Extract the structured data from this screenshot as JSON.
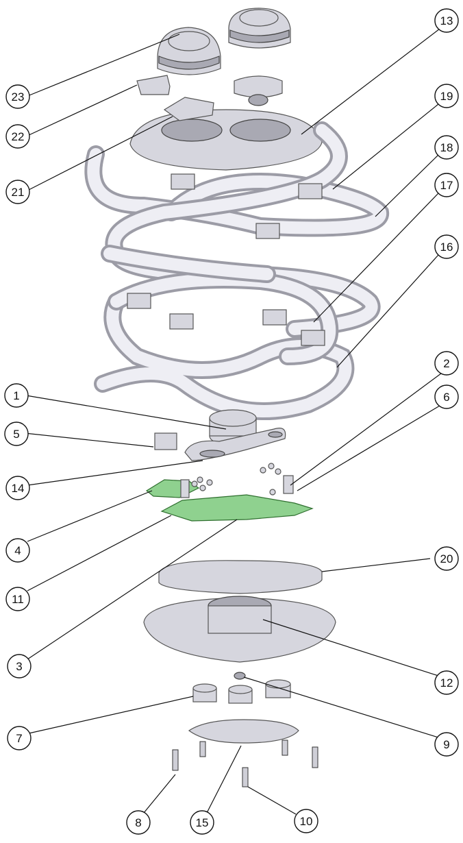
{
  "callouts": [
    {
      "id": "c1",
      "label": "1"
    },
    {
      "id": "c2",
      "label": "2"
    },
    {
      "id": "c3",
      "label": "3"
    },
    {
      "id": "c4",
      "label": "4"
    },
    {
      "id": "c5",
      "label": "5"
    },
    {
      "id": "c6",
      "label": "6"
    },
    {
      "id": "c7",
      "label": "7"
    },
    {
      "id": "c8",
      "label": "8"
    },
    {
      "id": "c9",
      "label": "9"
    },
    {
      "id": "c10",
      "label": "10"
    },
    {
      "id": "c11",
      "label": "11"
    },
    {
      "id": "c12",
      "label": "12"
    },
    {
      "id": "c13",
      "label": "13"
    },
    {
      "id": "c14",
      "label": "14"
    },
    {
      "id": "c15",
      "label": "15"
    },
    {
      "id": "c16",
      "label": "16"
    },
    {
      "id": "c17",
      "label": "17"
    },
    {
      "id": "c18",
      "label": "18"
    },
    {
      "id": "c19",
      "label": "19"
    },
    {
      "id": "c20",
      "label": "20"
    },
    {
      "id": "c21",
      "label": "21"
    },
    {
      "id": "c22",
      "label": "22"
    },
    {
      "id": "c23",
      "label": "23"
    }
  ],
  "colors": {
    "line": "#111111",
    "part": "#d6d6de",
    "pcb": "#8fd18f"
  }
}
